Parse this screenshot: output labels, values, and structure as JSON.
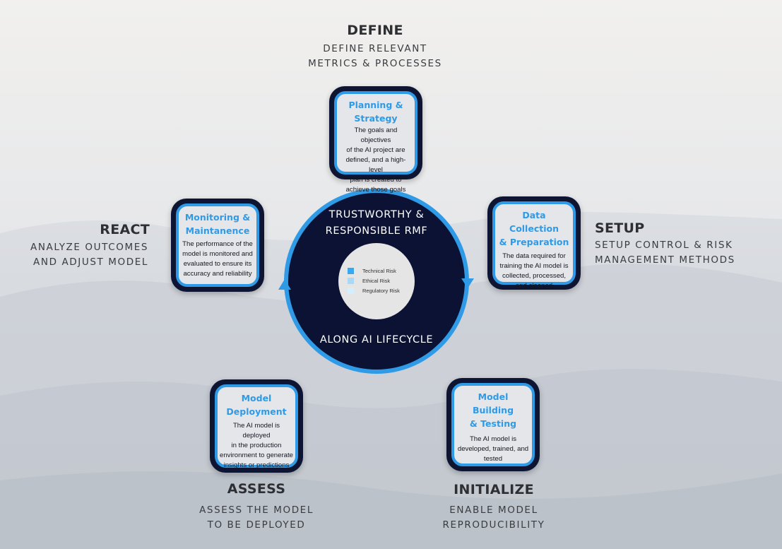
{
  "center": {
    "title_line1": "TRUSTWORTHY &",
    "title_line2": "RESPONSIBLE RMF",
    "bottom": "ALONG AI LIFECYCLE",
    "legend": [
      {
        "label": "Technical Risk",
        "color": "#3aa8ef"
      },
      {
        "label": "Ethical Risk",
        "color": "#a8d9f7"
      },
      {
        "label": "Regulatory Risk",
        "color": "#d6eefb"
      }
    ]
  },
  "stages": {
    "define": {
      "heading": "DEFINE",
      "sub1": "DEFINE RELEVANT",
      "sub2": "METRICS & PROCESSES"
    },
    "setup": {
      "heading": "SETUP",
      "sub1": "SETUP CONTROL & RISK",
      "sub2": "MANAGEMENT METHODS"
    },
    "initialize": {
      "heading": "INITIALIZE",
      "sub1": "ENABLE MODEL",
      "sub2": "REPRODUCIBILITY"
    },
    "assess": {
      "heading": "ASSESS",
      "sub1": "ASSESS THE MODEL",
      "sub2": "TO BE DEPLOYED"
    },
    "react": {
      "heading": "REACT",
      "sub1": "ANALYZE OUTCOMES",
      "sub2": "AND ADJUST MODEL"
    }
  },
  "cards": {
    "planning": {
      "title1": "Planning &",
      "title2": "Strategy",
      "desc1": "The goals and objectives",
      "desc2": "of the AI project are",
      "desc3": "defined, and a high-level",
      "desc4": "plan is created to",
      "desc5": "achieve those goals"
    },
    "data": {
      "title1": "Data Collection",
      "title2": "& Preparation",
      "desc1": "The data required for",
      "desc2": "training the AI model is",
      "desc3": "collected, processed,",
      "desc4": "and cleaned"
    },
    "building": {
      "title1": "Model Building",
      "title2": "& Testing",
      "desc1": "The AI model is",
      "desc2": "developed, trained, and",
      "desc3": "tested"
    },
    "deployment": {
      "title1": "Model",
      "title2": "Deployment",
      "desc1": "The AI model is deployed",
      "desc2": "in the production",
      "desc3": "environment to generate",
      "desc4": "insights or predictions"
    },
    "monitoring": {
      "title1": "Monitoring &",
      "title2": "Maintanence",
      "desc1": "The performance of the",
      "desc2": "model is monitored and",
      "desc3": "evaluated to ensure its",
      "desc4": "accuracy and reliability"
    }
  }
}
